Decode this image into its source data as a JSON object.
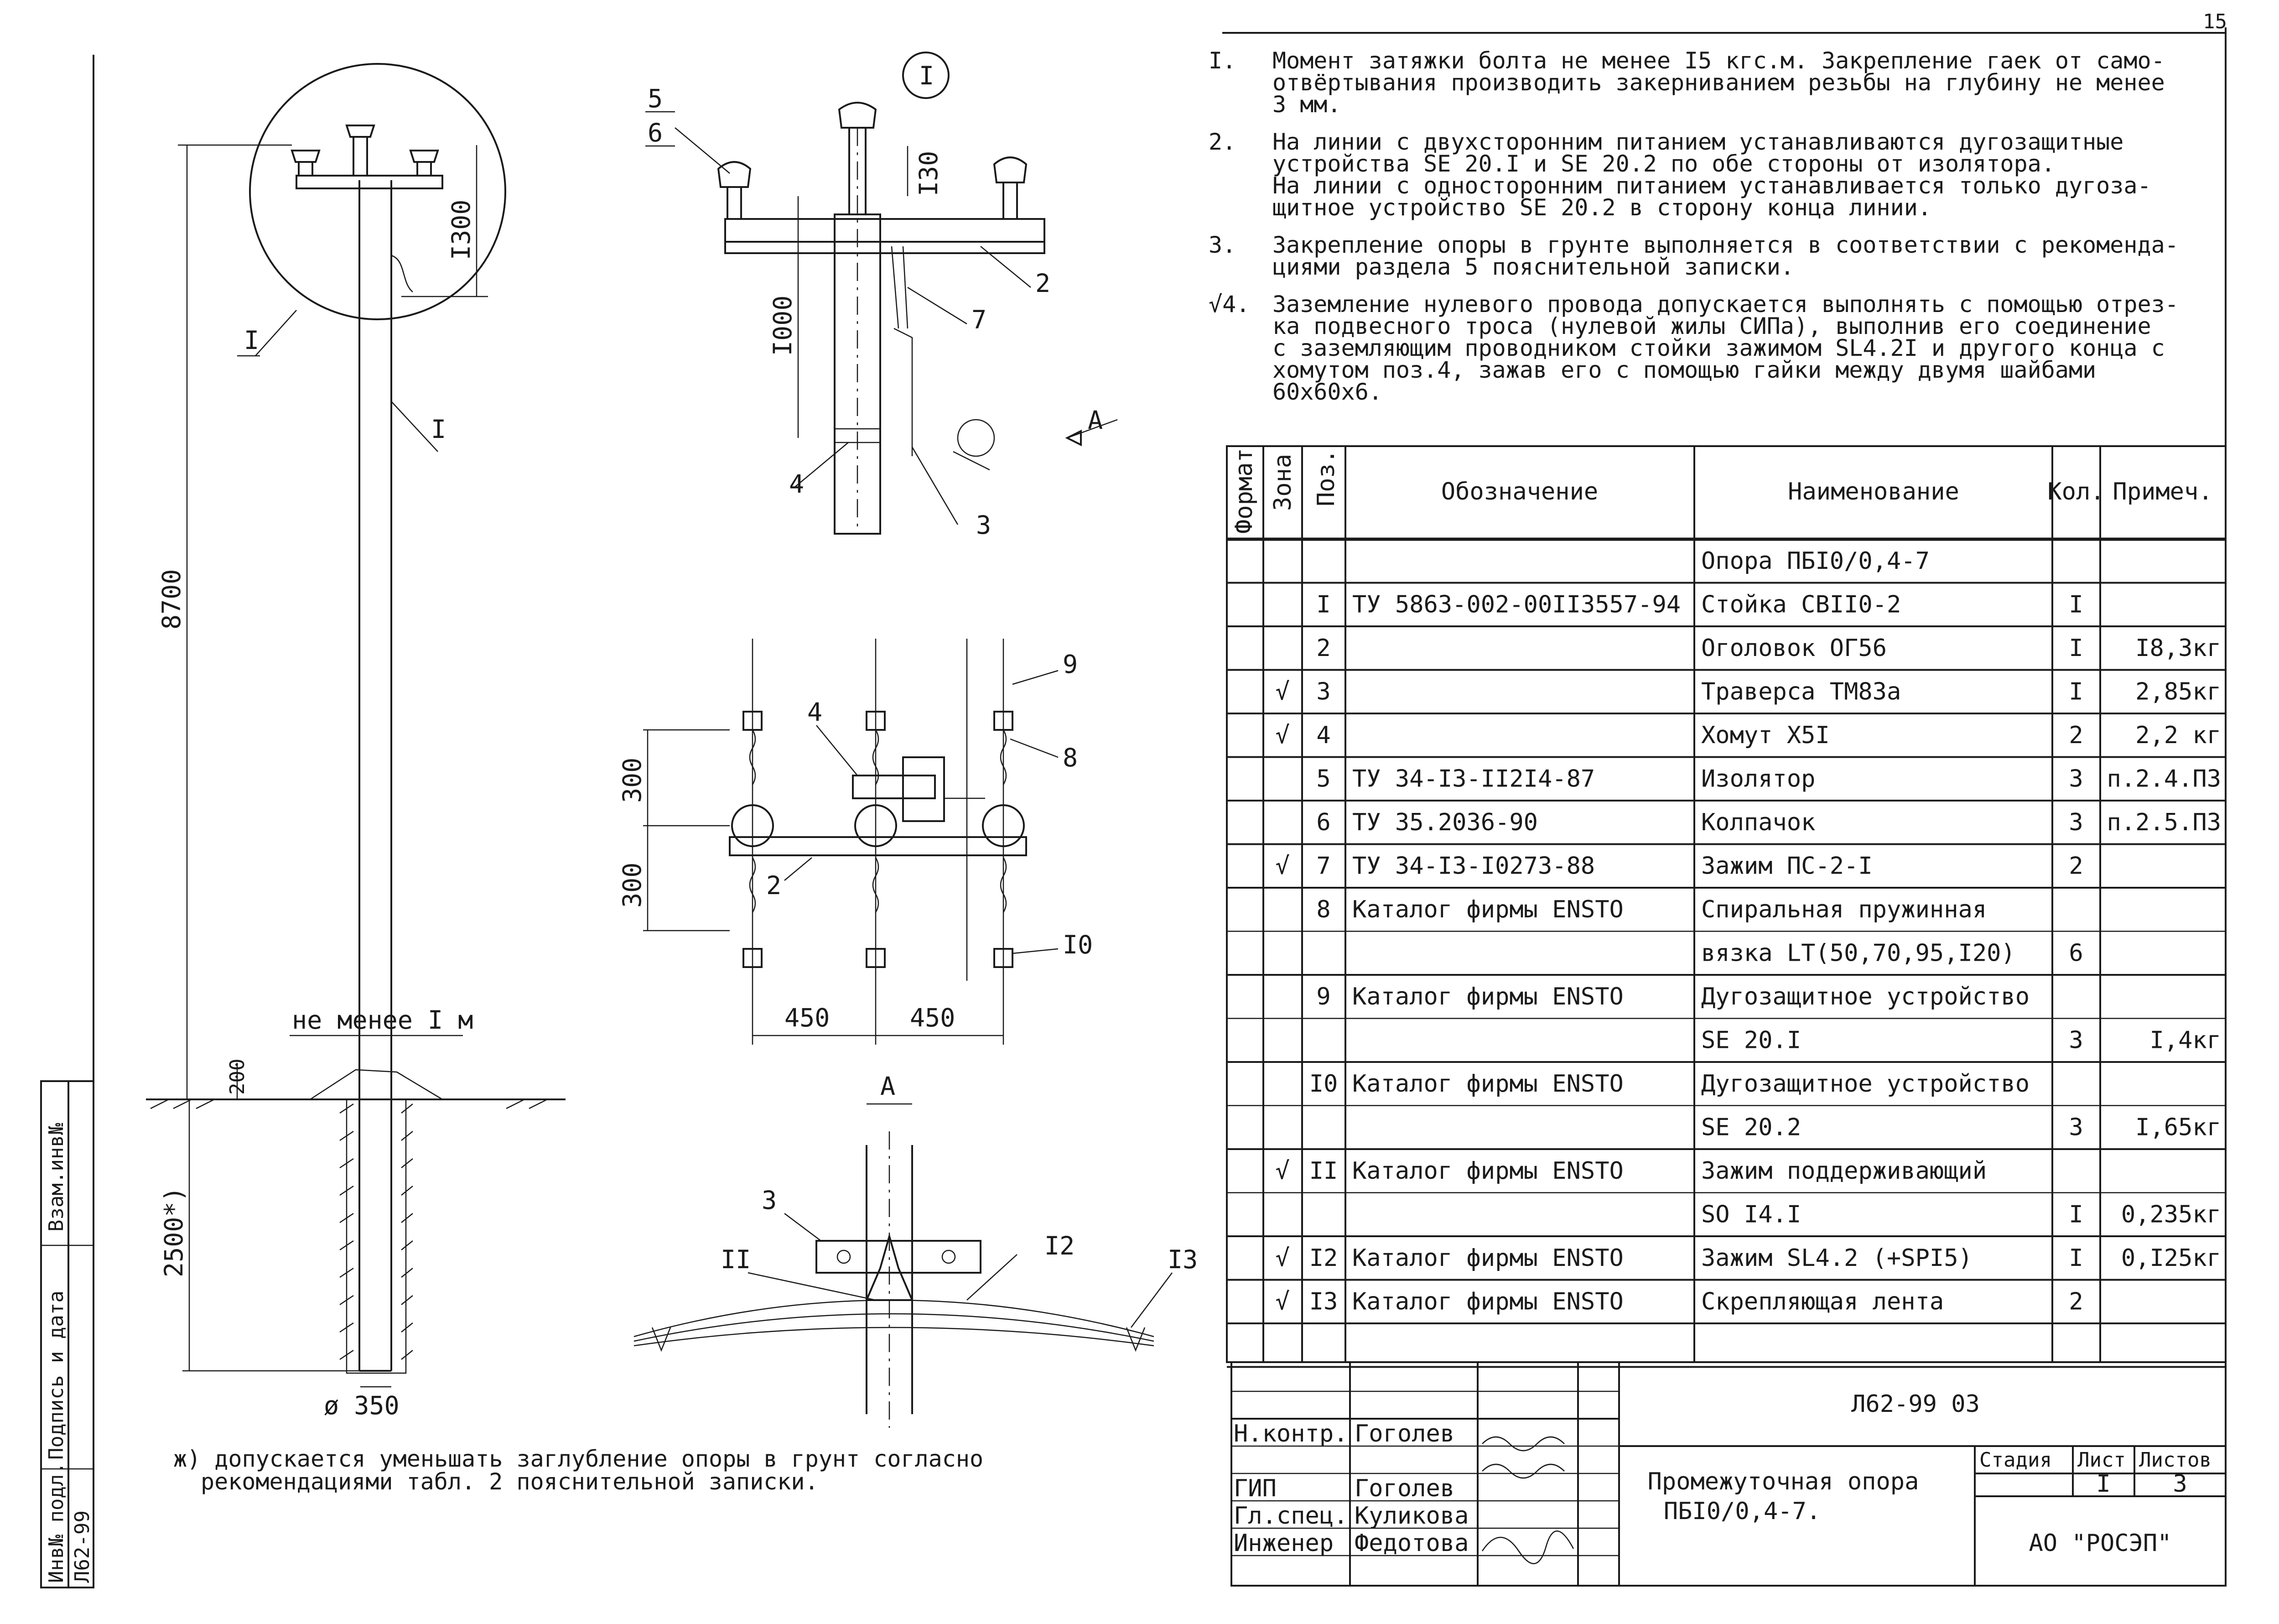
{
  "notes": [
    {
      "num": "I.",
      "lines": [
        "Момент затяжки болта не менее I5 кгс.м. Закрепление гаек от само-",
        "отвёртывания производить закерниванием резьбы на глубину не менее",
        "3 мм."
      ]
    },
    {
      "num": "2.",
      "lines": [
        "На линии с двухсторонним питанием устанавливаются дугозащитные",
        "устройства SE 20.I и SE 20.2 по обе стороны от изолятора.",
        "На линии с односторонним питанием устанавливается только дугоза-",
        "щитное устройство SE 20.2 в сторону конца линии."
      ]
    },
    {
      "num": "3.",
      "lines": [
        "Закрепление опоры в грунте выполняется в соответствии с рекоменда-",
        "циями раздела 5 пояснительной записки."
      ]
    },
    {
      "num": "√4.",
      "lines": [
        "Заземление нулевого провода допускается выполнять с помощью отрез-",
        "ка подвесного троса (нулевой жилы СИПа), выполнив его соединение",
        "с заземляющим проводником стойки зажимом SL4.2I и другого конца с",
        "хомутом поз.4, зажав его с помощью гайки между двумя шайбами",
        "60х60х6."
      ]
    }
  ],
  "table": {
    "headers": [
      "Формат",
      "Зона",
      "Поз.",
      "Обозначение",
      "Наименование",
      "Кол.",
      "Примеч."
    ],
    "rows": [
      {
        "mark": "",
        "pos": "",
        "des": "",
        "name": "Опора ПБI0/0,4-7",
        "qty": "",
        "note": ""
      },
      {
        "mark": "",
        "pos": "I",
        "des": "ТУ 5863-002-00II3557-94",
        "name": "Стойка СВII0-2",
        "qty": "I",
        "note": ""
      },
      {
        "mark": "",
        "pos": "2",
        "des": "",
        "name": "Оголовок ОГ56",
        "qty": "I",
        "note": "I8,3кг"
      },
      {
        "mark": "√",
        "pos": "3",
        "des": "",
        "name": "Траверса ТМ83а",
        "qty": "I",
        "note": "2,85кг"
      },
      {
        "mark": "√",
        "pos": "4",
        "des": "",
        "name": "Хомут Х5I",
        "qty": "2",
        "note": "2,2 кг"
      },
      {
        "mark": "",
        "pos": "5",
        "des": "ТУ 34-I3-II2I4-87",
        "name": "Изолятор",
        "qty": "3",
        "note": "п.2.4.ПЗ"
      },
      {
        "mark": "",
        "pos": "6",
        "des": "ТУ 35.2036-90",
        "name": "Колпачок",
        "qty": "3",
        "note": "п.2.5.ПЗ"
      },
      {
        "mark": "√",
        "pos": "7",
        "des": "ТУ 34-I3-I0273-88",
        "name": "Зажим ПС-2-I",
        "qty": "2",
        "note": ""
      },
      {
        "mark": "",
        "pos": "8",
        "des": "Каталог фирмы ENSTO",
        "name": "Спиральная пружинная",
        "qty": "",
        "note": ""
      },
      {
        "mark": "",
        "pos": "",
        "des": "",
        "name": "вязка LT(50,70,95,I20)",
        "qty": "6",
        "note": ""
      },
      {
        "mark": "",
        "pos": "9",
        "des": "Каталог фирмы ENSTO",
        "name": "Дугозащитное устройство",
        "qty": "",
        "note": ""
      },
      {
        "mark": "",
        "pos": "",
        "des": "",
        "name": "SE 20.I",
        "qty": "3",
        "note": "I,4кг"
      },
      {
        "mark": "",
        "pos": "I0",
        "des": "Каталог фирмы ENSTO",
        "name": "Дугозащитное устройство",
        "qty": "",
        "note": ""
      },
      {
        "mark": "",
        "pos": "",
        "des": "",
        "name": "SE 20.2",
        "qty": "3",
        "note": "I,65кг"
      },
      {
        "mark": "√",
        "pos": "II",
        "des": "Каталог фирмы ENSTO",
        "name": "Зажим поддерживающий",
        "qty": "",
        "note": ""
      },
      {
        "mark": "",
        "pos": "",
        "des": "",
        "name": "SO I4.I",
        "qty": "I",
        "note": "0,235кг"
      },
      {
        "mark": "√",
        "pos": "I2",
        "des": "Каталог фирмы ENSTO",
        "name": "Зажим SL4.2 (+SPI5)",
        "qty": "I",
        "note": "0,I25кг"
      },
      {
        "mark": "√",
        "pos": "I3",
        "des": "Каталог фирмы ENSTO",
        "name": "Скрепляющая лента",
        "qty": "2",
        "note": ""
      },
      {
        "mark": "",
        "pos": "",
        "des": "",
        "name": "",
        "qty": "",
        "note": ""
      }
    ]
  },
  "title_block": {
    "doc_code": "Л62-99 03",
    "title_line1": "Промежуточная опора",
    "title_line2": "ПБI0/0,4-7.",
    "stage_label": "Стадия",
    "sheet_label": "Лист",
    "sheets_label": "Листов",
    "sheet": "I",
    "sheets": "3",
    "org": "АО \"РОСЭП\"",
    "signers": [
      {
        "role": "Н.контр.",
        "name": "Гоголев"
      },
      {
        "role": "ГИП",
        "name": "Гоголев"
      },
      {
        "role": "Гл.спец.",
        "name": "Куликова"
      },
      {
        "role": "Инженер",
        "name": "Федотова"
      }
    ]
  },
  "side_stamp": {
    "l1": "Взам.инв№",
    "l2": "Подпись и дата",
    "l3": "Инв№ подл.",
    "l4": "Л62-99"
  },
  "page_corner": "15",
  "footnote": {
    "line1": "ж) допускается уменьшать заглубление опоры в грунт согласно",
    "line2": "рекомендациями табл. 2    пояснительной записки."
  },
  "drawing": {
    "dims": {
      "total_height": "8700",
      "top_1300": "I300",
      "depth": "2500*)",
      "surface_200": "200",
      "diameter": "ø 350",
      "min_distance": "не менее I м",
      "detail_130": "I30",
      "detail_1000": "I000",
      "plan_300_a": "300",
      "plan_300_b": "300",
      "plan_450_a": "450",
      "plan_450_b": "450"
    },
    "labels": {
      "node": "I",
      "node_call": "I",
      "pole_call": "I",
      "view_a_arrow": "А",
      "view_a_title": "А",
      "p2": "2",
      "p3": "3",
      "p4": "4",
      "p5": "5",
      "p6": "6",
      "p7": "7",
      "plan_p2": "2",
      "plan_p4": "4",
      "p8": "8",
      "p9": "9",
      "p10": "I0",
      "a_p3": "3",
      "p11": "II",
      "p12": "I2",
      "p13": "I3"
    }
  }
}
